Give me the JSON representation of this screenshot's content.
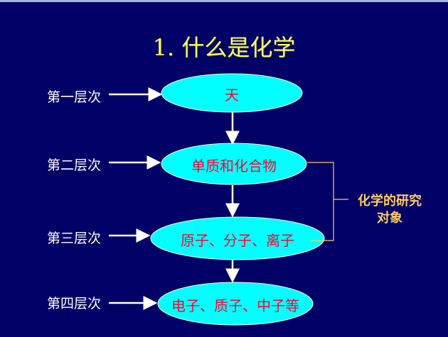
{
  "title": "1. 什么是化学",
  "levels": [
    "第一层次",
    "第二层次",
    "第三层次",
    "第四层次"
  ],
  "nodes": [
    "天",
    "单质和化合物",
    "原子、分子、离子",
    "电子、质子、中子等"
  ],
  "side_label": {
    "line1": "化学的研究",
    "line2": "对象"
  },
  "colors": {
    "background": "#000066",
    "node_fill": "#00ffff",
    "node_text": "#ff0033",
    "title": "#ffff66",
    "bracket": "#ffcc66"
  }
}
